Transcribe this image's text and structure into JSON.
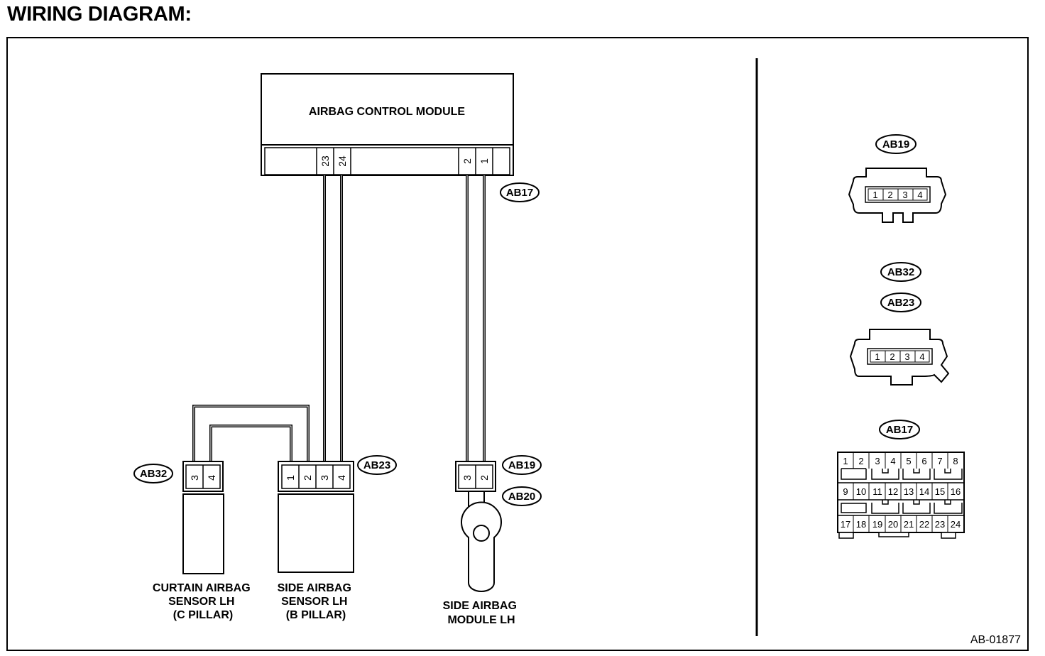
{
  "page": {
    "title": "WIRING DIAGRAM:"
  },
  "diagram": {
    "module_label": "AIRBAG CONTROL MODULE",
    "module_pins": [
      "23",
      "24",
      "2",
      "1"
    ],
    "connector_tags": {
      "ab17": "AB17",
      "ab23": "AB23",
      "ab32": "AB32",
      "ab19": "AB19",
      "ab20": "AB20"
    },
    "curtain_sensor": {
      "pins": [
        "3",
        "4"
      ],
      "label_lines": [
        "CURTAIN AIRBAG",
        "SENSOR LH",
        "(C PILLAR)"
      ]
    },
    "side_sensor": {
      "pins": [
        "1",
        "2",
        "3",
        "4"
      ],
      "label_lines": [
        "SIDE AIRBAG",
        "SENSOR LH",
        "(B PILLAR)"
      ]
    },
    "side_module": {
      "pins": [
        "3",
        "2"
      ],
      "label_lines": [
        "SIDE AIRBAG",
        "MODULE LH"
      ]
    },
    "figure_id": "AB-01877"
  },
  "legend": {
    "ab19_tag": "AB19",
    "ab19_pins": [
      "1",
      "2",
      "3",
      "4"
    ],
    "ab32_tag": "AB32",
    "ab23_tag": "AB23",
    "ab23_pins": [
      "1",
      "2",
      "3",
      "4"
    ],
    "ab17_tag": "AB17",
    "ab17_pins": [
      "1",
      "2",
      "3",
      "4",
      "5",
      "6",
      "7",
      "8",
      "9",
      "10",
      "11",
      "12",
      "13",
      "14",
      "15",
      "16",
      "17",
      "18",
      "19",
      "20",
      "21",
      "22",
      "23",
      "24"
    ]
  }
}
